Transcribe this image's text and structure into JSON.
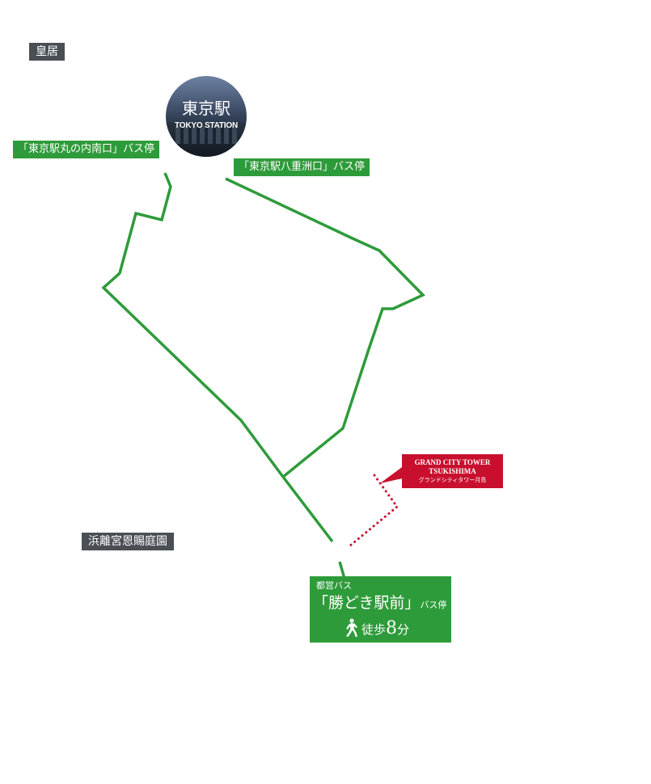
{
  "labels": {
    "palace": "皇居",
    "garden": "浜離宮恩賜庭園"
  },
  "station": {
    "name_jp": "東京駅",
    "name_en": "TOKYO STATION"
  },
  "bus_stops": {
    "marunouchi_south": "「東京駅丸の内南口」バス停",
    "yaesu": "「東京駅八重洲口」バス停"
  },
  "destination": {
    "operator": "都営バス",
    "stop_name": "「勝どき駅前」",
    "stop_suffix": "バス停",
    "walk_label": "徒歩",
    "walk_minutes": "8",
    "walk_unit": "分",
    "walker_icon": "walking-person-icon"
  },
  "property": {
    "line1": "GRAND CITY TOWER",
    "line2": "TSUKISHIMA",
    "line3": "グランドシティタワー月島"
  },
  "colors": {
    "route": "#2e9b3a",
    "walk_path": "#c8102e",
    "area_label_bg": "#4a4f55",
    "property_bg": "#c8102e"
  }
}
